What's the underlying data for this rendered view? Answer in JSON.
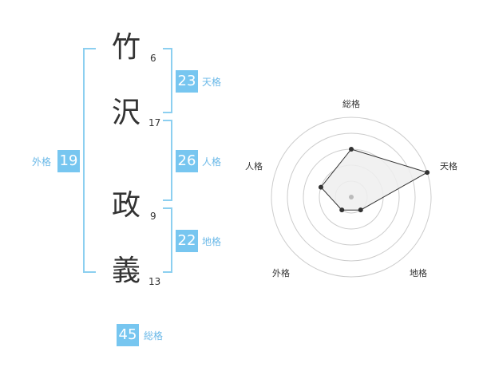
{
  "name": {
    "chars": [
      {
        "char": "竹",
        "strokes": "6"
      },
      {
        "char": "沢",
        "strokes": "17"
      },
      {
        "char": "政",
        "strokes": "9"
      },
      {
        "char": "義",
        "strokes": "13"
      }
    ]
  },
  "scores": {
    "tenkaku": {
      "value": "23",
      "label": "天格"
    },
    "jinkaku": {
      "value": "26",
      "label": "人格"
    },
    "chikaku": {
      "value": "22",
      "label": "地格"
    },
    "gaikaku": {
      "value": "19",
      "label": "外格"
    },
    "soukaku": {
      "value": "45",
      "label": "総格"
    }
  },
  "radar": {
    "axes": [
      "総格",
      "天格",
      "地格",
      "外格",
      "人格"
    ],
    "values": [
      3,
      5,
      1,
      1,
      2
    ],
    "max": 5,
    "colors": {
      "ring": "#cccccc",
      "fill": "#efefef",
      "line": "#333333",
      "point": "#333333",
      "center": "#bbbbbb"
    }
  },
  "colors": {
    "accent": "#77c6f0",
    "bracket": "#8ccff0",
    "label": "#6bb9e8"
  }
}
